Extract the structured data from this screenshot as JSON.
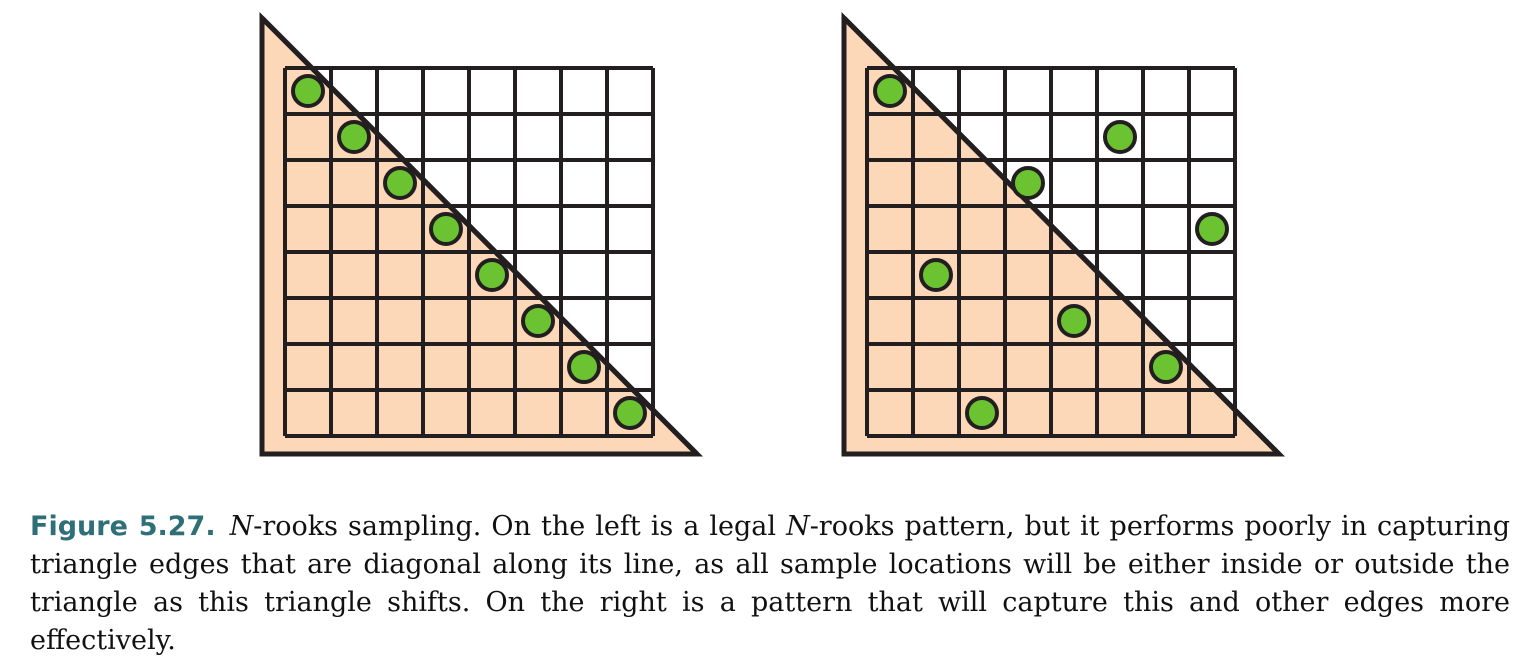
{
  "figure": {
    "label": "Figure 5.27.",
    "caption_parts": [
      {
        "text": "N",
        "italic": true
      },
      {
        "text": "-rooks sampling. On the left is a legal ",
        "italic": false
      },
      {
        "text": "N",
        "italic": true
      },
      {
        "text": "-rooks pattern, but it performs poorly in capturing triangle edges that are diagonal along its line, as all sample locations will be either inside or outside the triangle as this triangle shifts. On the right is a pattern that will capture this and other edges more effectively.",
        "italic": false
      }
    ]
  },
  "colors": {
    "triangle_fill": "#fcd8b8",
    "line": "#231f20",
    "sample_fill": "#6cc332"
  },
  "diagrams": [
    {
      "id": "left",
      "grid_size": 8,
      "samples": [
        [
          0,
          0
        ],
        [
          1,
          1
        ],
        [
          2,
          2
        ],
        [
          3,
          3
        ],
        [
          4,
          4
        ],
        [
          5,
          5
        ],
        [
          6,
          6
        ],
        [
          7,
          7
        ]
      ]
    },
    {
      "id": "right",
      "grid_size": 8,
      "samples": [
        [
          0,
          0
        ],
        [
          5,
          1
        ],
        [
          3,
          2
        ],
        [
          7,
          3
        ],
        [
          1,
          4
        ],
        [
          4,
          5
        ],
        [
          6,
          6
        ],
        [
          2,
          7
        ]
      ]
    }
  ]
}
